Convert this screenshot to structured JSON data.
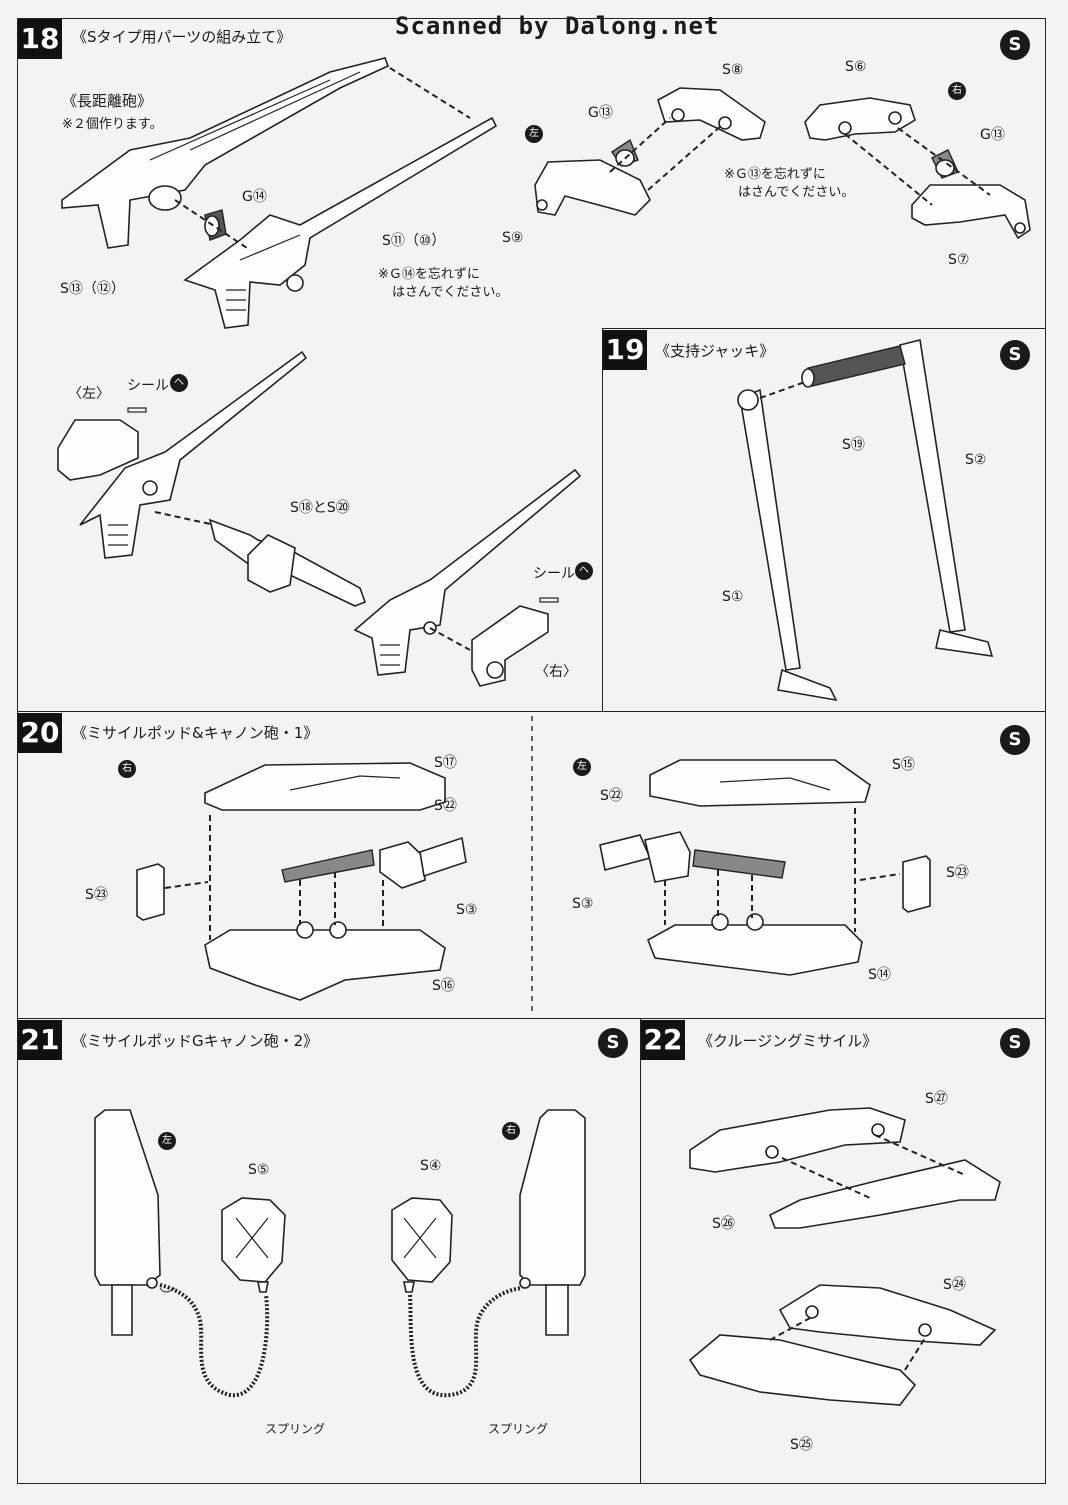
{
  "header": {
    "scan_credit": "Scanned by Dalong.net"
  },
  "steps": [
    {
      "number": "18",
      "title": "《Sタイプ用パーツの組み立て》",
      "badge": "S"
    },
    {
      "number": "19",
      "title": "《支持ジャッキ》",
      "badge": "S"
    },
    {
      "number": "20",
      "title": "《ミサイルポッド&キャノン砲・1》",
      "badge": "S"
    },
    {
      "number": "21",
      "title": "《ミサイルポッドGキャノン砲・2》",
      "badge": "S"
    },
    {
      "number": "22",
      "title": "《クルージングミサイル》",
      "badge": "S"
    }
  ],
  "step18": {
    "subtitle": "《長距離砲》",
    "note_make_two": "※２個作ります。",
    "note_g14_line1": "※Ｇ⑭を忘れずに",
    "note_g14_line2": "はさんでください。",
    "note_g13_line1": "※Ｇ⑬を忘れずに",
    "note_g13_line2": "はさんでください。",
    "side_left": "左",
    "side_right": "右",
    "labels": {
      "s13_12": "S⑬（⑫）",
      "g14": "G⑭",
      "s11_10": "S⑪（⑩）",
      "g13": "G⑬",
      "s8": "S⑧",
      "s9": "S⑨",
      "s6": "S⑥",
      "g13b": "G⑬",
      "s7": "S⑦",
      "left_paren": "〈左〉",
      "right_paren": "〈右〉",
      "seal_a": "シール",
      "seal_b": "シール",
      "seal_mark": "へ",
      "s18_20": "S⑱とS⑳"
    }
  },
  "step19": {
    "labels": {
      "s19": "S⑲",
      "s2": "S②",
      "s1": "S①"
    }
  },
  "step20": {
    "side_right": "右",
    "side_left": "左",
    "labels": {
      "s17": "S⑰",
      "s22a": "S㉒",
      "s23a": "S㉓",
      "s3a": "S③",
      "s16": "S⑯",
      "s15": "S⑮",
      "s22b": "S㉒",
      "s23b": "S㉓",
      "s3b": "S③",
      "s14": "S⑭"
    }
  },
  "step21": {
    "side_left": "左",
    "side_right": "右",
    "labels": {
      "s5": "S⑤",
      "s4": "S④",
      "spring_a": "スプリング",
      "spring_b": "スプリング"
    }
  },
  "step22": {
    "labels": {
      "s27": "S㉗",
      "s26": "S㉖",
      "s24": "S㉔",
      "s25": "S㉕"
    }
  }
}
